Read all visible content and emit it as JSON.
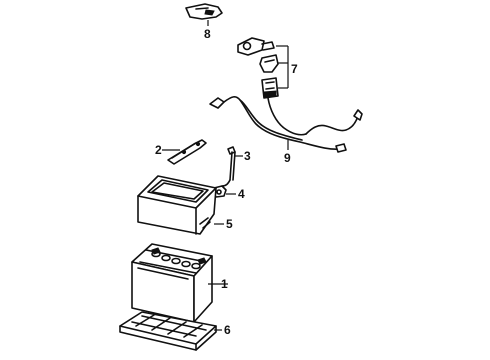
{
  "callouts": {
    "battery": "1",
    "hold_down_bracket": "2",
    "hold_down_rod": "3",
    "nut": "4",
    "battery_cover": "5",
    "battery_tray": "6",
    "terminal_clamps": "7",
    "terminal_cap": "8",
    "cable_harness": "9"
  }
}
